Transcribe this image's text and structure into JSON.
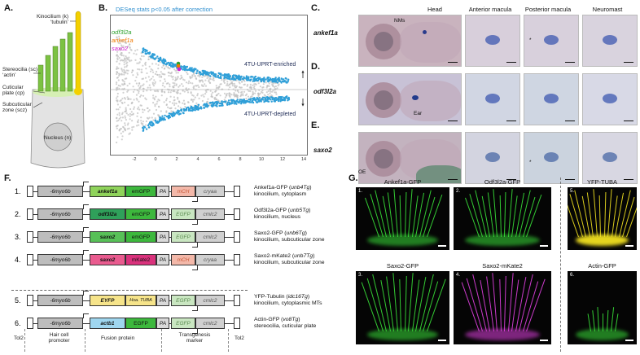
{
  "panelA": {
    "label": "A.",
    "annotations": {
      "kinocilium": "Kinocilium (k)",
      "tubulin": "‘tubulin’",
      "stereocilia": "Stereocilia (sc)",
      "actin": "‘actin’",
      "cuticular1": "Cuticular",
      "cuticular2": "plate (cp)",
      "subcuticular1": "Subcuticular",
      "subcuticular2": "zone (scz)",
      "nucleus": "Nucleus (n)"
    },
    "colors": {
      "stereocilia": "#7cc242",
      "kinocilium": "#f4d000",
      "cell": "#e3e3e3"
    }
  },
  "panelB": {
    "label": "B.",
    "title": "DESeq stats p<0.05 after correction",
    "enriched": "4TU-UPRT-enriched",
    "depleted": "4TU-UPRT-depleted",
    "genes": [
      {
        "name": "odf3l2a",
        "color": "#2aa02a"
      },
      {
        "name": "ankef1a",
        "color": "#f07800"
      },
      {
        "name": "saxo2",
        "color": "#d020d0"
      }
    ],
    "xticks": [
      "-2",
      "0",
      "2",
      "4",
      "6",
      "8",
      "10",
      "12",
      "14"
    ],
    "colors": {
      "significant": "#2f9fd8",
      "nonsignificant": "#bdbdbd"
    }
  },
  "panelCDE": {
    "labels": {
      "C": "C.",
      "D": "D.",
      "E": "E."
    },
    "headers": [
      "Head",
      "Anterior macula",
      "Posterior macula",
      "Neuromast"
    ],
    "genes": [
      "ankef1a",
      "odf3l2a",
      "saxo2"
    ],
    "marks": {
      "nms": "NMs",
      "ear": "Ear",
      "oe": "OE",
      "star": "*"
    }
  },
  "panelF": {
    "label": "F.",
    "rows": [
      {
        "num": "1.",
        "promoter": "-6myo6b",
        "fusion": "ankef1a",
        "fusion_color": "#8fd35b",
        "tag": "emGFP",
        "tag_color": "#3db83d",
        "marker": "mCH",
        "marker_color": "#f3b8a9",
        "marker_text": "#c85a3a",
        "marker_prom": "cryaa",
        "desc1": "Ankef1a-GFP (",
        "desc_it": "unb4Tg",
        "desc2": "kinocilium, cytoplasm"
      },
      {
        "num": "2.",
        "promoter": "-6myo6b",
        "fusion": "odf3l2a",
        "fusion_color": "#2fa05a",
        "tag": "emGFP",
        "tag_color": "#3db83d",
        "marker": "EGFP",
        "marker_color": "#c9e6c1",
        "marker_text": "#5a8a50",
        "marker_prom": "cmlc2",
        "desc1": "Odf3l2a-GFP (",
        "desc_it": "unb5Tg",
        "desc2": "kinocilium, nucleus"
      },
      {
        "num": "3.",
        "promoter": "-6myo6b",
        "fusion": "saxo2",
        "fusion_color": "#58c058",
        "tag": "emGFP",
        "tag_color": "#3db83d",
        "marker": "EGFP",
        "marker_color": "#c9e6c1",
        "marker_text": "#5a8a50",
        "marker_prom": "cmlc2",
        "desc1": "Saxo2-GFP (",
        "desc_it": "unb6Tg",
        "desc2": "kinocilium, subcuticular zone"
      },
      {
        "num": "4.",
        "promoter": "-6myo6b",
        "fusion": "saxo2",
        "fusion_color": "#e95b8f",
        "tag": "mKate2",
        "tag_color": "#d9327c",
        "marker": "mCH",
        "marker_color": "#f3b8a9",
        "marker_text": "#c85a3a",
        "marker_prom": "cryaa",
        "desc1": "Saxo2-mKate2 (",
        "desc_it": "unb7Tg",
        "desc2": "kinocilium, subcuticular zone"
      },
      {
        "num": "5.",
        "promoter": "-6myo6b",
        "fusion": "EYFP",
        "fusion_color": "#f6e48a",
        "tag": "Hsa. TUBA",
        "tag_color": "#f6e48a",
        "marker": "EGFP",
        "marker_color": "#c9e6c1",
        "marker_text": "#5a8a50",
        "marker_prom": "cmlc2",
        "desc1": "YFP-Tubulin (",
        "desc_it": "idc16Tg",
        "desc2": "kinocilium, cytoplasmic MTs"
      },
      {
        "num": "6.",
        "promoter": "-6myo6b",
        "fusion": "actb1",
        "fusion_color": "#9fd6ef",
        "tag": "EGFP",
        "tag_color": "#3db83d",
        "marker": "EGFP",
        "marker_color": "#c9e6c1",
        "marker_text": "#5a8a50",
        "marker_prom": "cmlc2",
        "desc1": "Actin-GFP (",
        "desc_it": "vo8Tg",
        "desc2": "stereocilia, cuticular plate"
      }
    ],
    "pa": "PA",
    "footer": {
      "tol2a": "Tol2",
      "promoter1": "Hair cell",
      "promoter2": "promoter",
      "fusion": "Fusion protein",
      "marker1": "Transgenesis",
      "marker2": "marker",
      "tol2b": "Tol2"
    }
  },
  "panelG": {
    "label": "G.",
    "images": [
      {
        "title": "Ankef1a-GFP",
        "num": "1.",
        "color": "#39e039"
      },
      {
        "title": "Odf3l2a-GFP",
        "num": "2.",
        "color": "#39e039"
      },
      {
        "title": "Saxo2-GFP",
        "num": "3.",
        "color": "#39e039"
      },
      {
        "title": "Saxo2-mKate2",
        "num": "4.",
        "color": "#e040e0"
      },
      {
        "title": "YFP-TUBA",
        "num": "5.",
        "color": "#f0e020"
      },
      {
        "title": "Actin-GFP",
        "num": "6.",
        "color": "#39e039"
      }
    ]
  }
}
